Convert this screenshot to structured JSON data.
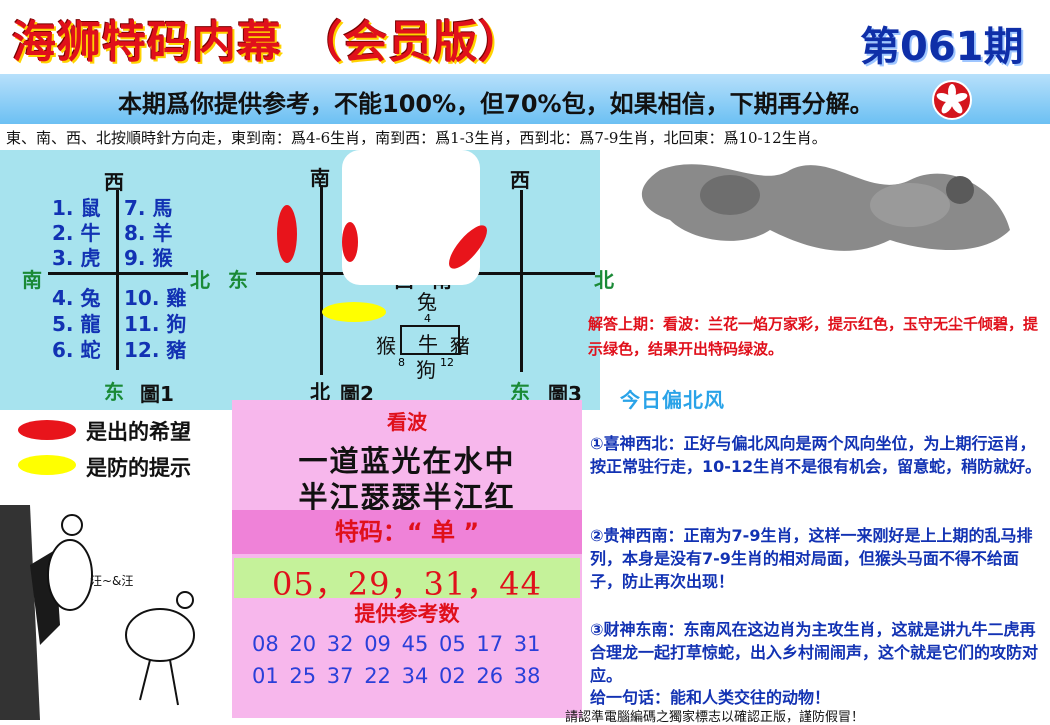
{
  "header": {
    "title": "海狮特码内幕  （会员版）",
    "issue": "第061期",
    "slogan": "本期爲你提供参考，不能100%，但70%包，如果相信，下期再分解。",
    "rule": "東、南、西、北按順時針方向走，東到南：爲4-6生肖，南到西：爲1-3生肖，西到北：爲7-9生肖，北回東：爲10-12生肖。"
  },
  "figure1": {
    "north_top": "西",
    "bottom": "东",
    "left": "南",
    "right": "北",
    "label": "圖1",
    "zodiac_left": [
      "1. 鼠",
      "2. 牛",
      "3. 虎",
      "4. 兔",
      "5. 龍",
      "6. 蛇"
    ],
    "zodiac_right": [
      "7. 馬",
      "8. 羊",
      "9. 猴",
      "10. 雞",
      "11. 狗",
      "12. 豬"
    ]
  },
  "figure2": {
    "top": "南",
    "left": "东",
    "right": "西",
    "bottom": "北",
    "label": "圖2"
  },
  "figure3": {
    "top": "西",
    "left": "南",
    "right": "北",
    "bottom": "东",
    "label": "圖3"
  },
  "compass": {
    "top": "兔",
    "top_num": "4",
    "left": "猴",
    "center": "牛",
    "right": "豬",
    "bottom": "狗",
    "left_num": "8",
    "right_num": "12"
  },
  "legend": {
    "red": "是出的希望",
    "yellow": "是防的提示"
  },
  "answer": {
    "text": "解答上期：看波：兰花一焰万家彩，提示红色，玉守无尘千倾碧，提示绿色，结果开出特码绿波。"
  },
  "section_head": "今日偏北风",
  "panel": {
    "kanbo": "看波",
    "poem_line1": "一道蓝光在水中",
    "poem_line2": "半江瑟瑟半江红",
    "code": "特码：“ 单 ”",
    "numbers": "05，29，31，44",
    "ref_title": "提供参考数",
    "ref_row1": "08 20 32 09 45 05 17 31",
    "ref_row2": "01 25 37 22 34 02 26 38"
  },
  "paragraphs": {
    "p1": "①喜神西北：正好与偏北风向是两个风向坐位，为上期行运肖，按正常驻行走，10-12生肖不是很有机会，留意蛇，稍防就好。",
    "p2": "②贵神西南：正南为7-9生肖，这样一来刚好是上上期的乱马排列，本身是没有7-9生肖的相对局面，但猴头马面不得不给面子，防止再次出现！",
    "p3": "③财神东南：东南风在这边肖为主攻生肖，这就是讲九牛二虎再合理龙一起打草惊蛇，出入乡村闹闹声，这个就是它们的攻防对应。",
    "p4": "给一句话：能和人类交往的动物！"
  },
  "cartoon_caption": "汪~&汪",
  "footer": "請認準電腦編碼之獨家標志以確認正版，謹防假冒！",
  "colors": {
    "title_red": "#e0101b",
    "banner_blue": "#6cc0f3",
    "cyan_bg": "#a7e3ee",
    "panel_pink": "#f7b7ec",
    "number_green": "#c5f29a",
    "text_blue": "#1232b3"
  }
}
